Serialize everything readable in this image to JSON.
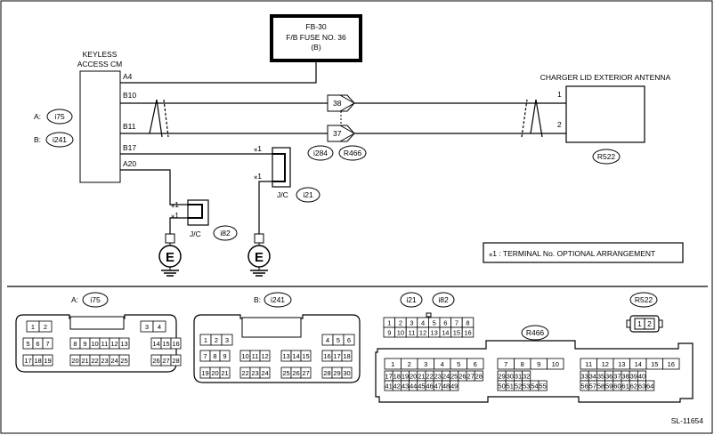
{
  "fuse": {
    "line1": "FB-30",
    "line2": "F/B FUSE NO. 36",
    "line3": "(B)"
  },
  "keyless": {
    "line1": "KEYLESS",
    "line2": "ACCESS CM"
  },
  "connector_labels": {
    "a_prefix": "A:",
    "a_id": "i75",
    "b_prefix": "B:",
    "b_id": "i241",
    "i284": "i284",
    "r466": "R466",
    "r522": "R522",
    "i21": "i21",
    "i82": "i82"
  },
  "terminals": {
    "a4": "A4",
    "b10": "B10",
    "b11": "B11",
    "b17": "B17",
    "a20": "A20"
  },
  "pins": {
    "p38": "38",
    "p37": "37",
    "p1": "1",
    "p2": "2"
  },
  "antenna_title": "CHARGER LID EXTERIOR ANTENNA",
  "jc_label": "J/C",
  "star1": "⁎1",
  "ground_letter": "E",
  "note": "⁎1 : TERMINAL No. OPTIONAL ARRANGEMENT",
  "connectors": {
    "a_prefix": "A:",
    "a_id": "i75",
    "a_rows": [
      [
        "1",
        "2",
        "",
        "3",
        "4"
      ],
      [
        "5",
        "6",
        "7",
        "8",
        "9",
        "10",
        "11",
        "12",
        "13",
        "14",
        "15",
        "16"
      ],
      [
        "17",
        "18",
        "19",
        "20",
        "21",
        "22",
        "23",
        "24",
        "25",
        "26",
        "27",
        "28"
      ]
    ],
    "b_prefix": "B:",
    "b_id": "i241",
    "b_rows": [
      [
        "1",
        "2",
        "3",
        "4",
        "5",
        "6"
      ],
      [
        "7",
        "8",
        "9",
        "10",
        "11",
        "12",
        "13",
        "14",
        "15",
        "16",
        "17",
        "18"
      ],
      [
        "19",
        "20",
        "21",
        "22",
        "23",
        "24",
        "25",
        "26",
        "27",
        "28",
        "29",
        "30"
      ]
    ],
    "i21": "i21",
    "i82": "i82",
    "i21_rows": [
      [
        "1",
        "2",
        "3",
        "4",
        "5",
        "6",
        "7",
        "8"
      ],
      [
        "9",
        "10",
        "11",
        "12",
        "13",
        "14",
        "15",
        "16"
      ]
    ],
    "r466": "R466",
    "r466_rows": [
      [
        "1",
        "2",
        "3",
        "4",
        "5",
        "6",
        "7",
        "8",
        "9",
        "10",
        "11",
        "12",
        "13",
        "14",
        "15",
        "16"
      ],
      [
        "17",
        "18",
        "19",
        "20",
        "21",
        "22",
        "23",
        "24",
        "25",
        "26",
        "27",
        "28",
        "29",
        "30",
        "31",
        "32",
        "33",
        "34",
        "35",
        "36",
        "37",
        "38",
        "39",
        "40"
      ],
      [
        "41",
        "42",
        "43",
        "44",
        "45",
        "46",
        "47",
        "48",
        "49",
        "50",
        "51",
        "52",
        "53",
        "54",
        "55",
        "56",
        "57",
        "58",
        "59",
        "60",
        "61",
        "62",
        "63",
        "64"
      ]
    ],
    "r522": "R522",
    "r522_pins": [
      "1",
      "2"
    ]
  },
  "figure_id": "SL-11654"
}
